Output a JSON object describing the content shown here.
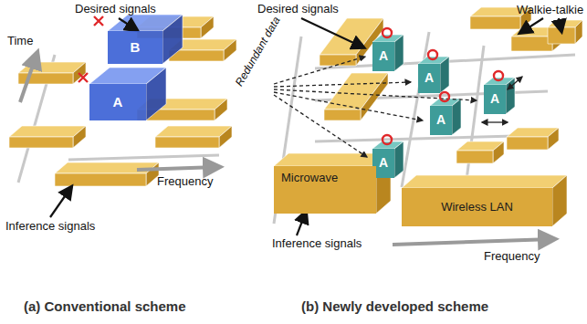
{
  "diagram": {
    "nodes": [
      {
        "text": [
          "B"
        ]
      },
      {
        "text": [
          "A"
        ]
      },
      {
        "text": [
          "A"
        ]
      },
      {
        "text": [
          "A"
        ]
      },
      {
        "text": [
          "A"
        ]
      },
      {
        "text": [
          "A"
        ]
      },
      {
        "text": [
          "A"
        ]
      },
      {
        "text": [
          "Microwave"
        ]
      },
      {
        "text": [
          "Wireless LAN"
        ]
      }
    ],
    "labels": [
      "Desired signals",
      "Time",
      "Frequency",
      "Inference signals",
      "Desired signals",
      "Walkie-talkie",
      "Redundant data",
      "Inference signals",
      "Frequency",
      "(a) Conventional scheme",
      "(b) Newly developed scheme"
    ]
  }
}
